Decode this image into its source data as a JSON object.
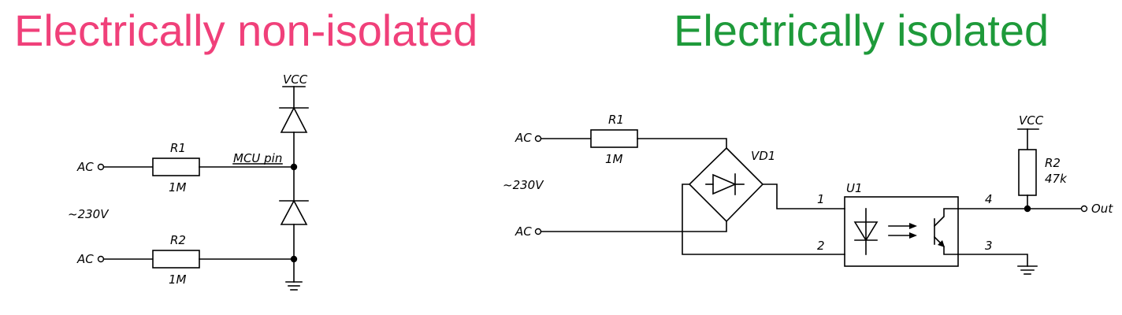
{
  "titles": {
    "left": "Electrically non-isolated",
    "right": "Electrically isolated"
  },
  "colors": {
    "left_title": "#f0407a",
    "right_title": "#1e9a3a",
    "wire": "#000000"
  },
  "left_circuit": {
    "vcc": "VCC",
    "ac1": "AC",
    "ac2": "AC",
    "voltage": "~230V",
    "r1_name": "R1",
    "r1_value": "1M",
    "r2_name": "R2",
    "r2_value": "1M",
    "mcu_pin": "MCU pin"
  },
  "right_circuit": {
    "ac1": "AC",
    "ac2": "AC",
    "voltage": "~230V",
    "r1_name": "R1",
    "r1_value": "1M",
    "bridge": "VD1",
    "opto": "U1",
    "pin1": "1",
    "pin2": "2",
    "pin3": "3",
    "pin4": "4",
    "vcc": "VCC",
    "r2_name": "R2",
    "r2_value": "47k",
    "out": "Out"
  }
}
